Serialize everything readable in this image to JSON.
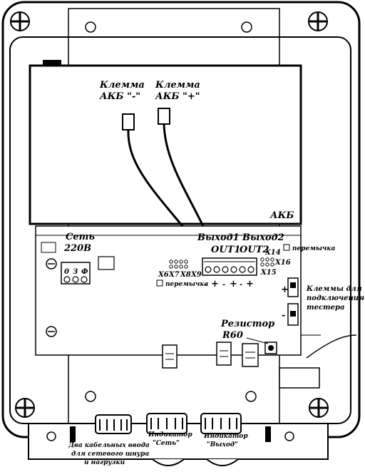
{
  "labels": {
    "terminal_minus_l1": "Клемма",
    "terminal_minus_l2": "АКБ \"-\"",
    "terminal_plus_l1": "Клемма",
    "terminal_plus_l2": "АКБ \"+\"",
    "battery": "АКБ",
    "mains_l1": "Сеть",
    "mains_l2": "220В",
    "out1_ru": "Выход1",
    "out2_ru": "Выход2",
    "out1": "OUT1",
    "out2": "OUT2",
    "x14": "X14",
    "x16": "X16",
    "x15": "X15",
    "jumper_right": "перемычка",
    "jumper_left": "перемычка",
    "x6": "X6",
    "x7": "X7",
    "x8": "X8",
    "x9": "X9",
    "zero": "0",
    "ground": "З",
    "phase": "Ф",
    "tester_l1": "Клеммы для",
    "tester_l2": "подключения",
    "tester_l3": "тестера",
    "resistor_l1": "Резистор",
    "resistor_l2": "R60",
    "cable_l1": "Два кабельных ввода",
    "cable_l2": "для сетевого шнура",
    "cable_l3": "и нагрузки",
    "ind_mains_l1": "Индикатор",
    "ind_mains_l2": "\"Сеть\"",
    "ind_out_l1": "Индикатор",
    "ind_out_l2": "\"Выход\"",
    "pol_plus": "+",
    "pol_minus": "-"
  }
}
